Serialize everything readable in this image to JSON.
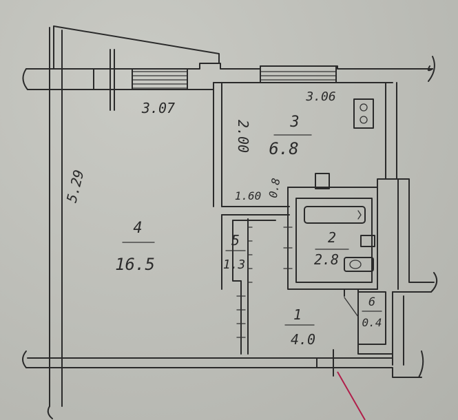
{
  "plan": {
    "rooms": [
      {
        "number": "1",
        "area": "4.0"
      },
      {
        "number": "2",
        "area": "2.8"
      },
      {
        "number": "3",
        "area": "6.8"
      },
      {
        "number": "4",
        "area": "16.5"
      },
      {
        "number": "5",
        "area": "1.3"
      },
      {
        "number": "6",
        "area": "0.4"
      }
    ],
    "dimensions": {
      "room4_width": "3.07",
      "room4_length": "5.29",
      "room3_width": "3.06",
      "room3_length": "2.00",
      "corridor_width": "1.60",
      "corridor_small": "0.8"
    }
  },
  "colors": {
    "paper": "#bcbdb7",
    "ink": "#2a2a2a",
    "accent_line": "#b01e4a"
  }
}
